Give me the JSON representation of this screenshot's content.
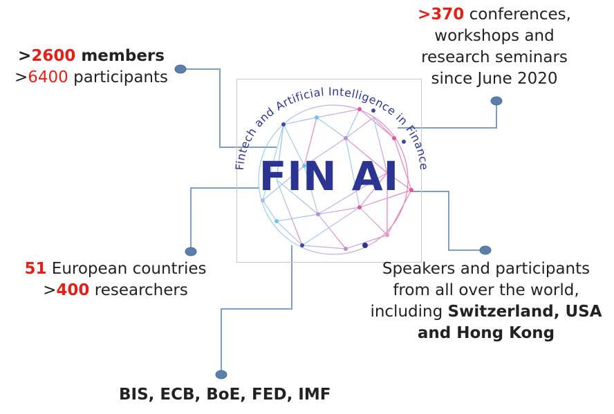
{
  "logo": {
    "arc_text": "Fintech and Artificial Intelligence in Finance",
    "title": "FIN AI"
  },
  "callouts": {
    "members": {
      "line1_prefix": ">",
      "line1_number": "2600",
      "line1_suffix": " members",
      "line2_prefix": ">",
      "line2_number": "6400",
      "line2_suffix": " participants"
    },
    "conferences": {
      "line1_number": ">370",
      "line1_suffix": " conferences,",
      "line2": "workshops and",
      "line3": "research seminars",
      "line4": "since June 2020"
    },
    "countries": {
      "line1_number": "51",
      "line1_suffix": " European countries",
      "line2_prefix": ">",
      "line2_number": "400",
      "line2_suffix": " researchers"
    },
    "speakers": {
      "line1": "Speakers and participants",
      "line2": "from all over the world,",
      "line3_prefix": "including ",
      "line3_bold": "Switzerland, USA",
      "line4_bold": "and Hong Kong"
    },
    "institutions": {
      "text": "BIS, ECB, BoE, FED, IMF"
    }
  },
  "colors": {
    "connector": "#7f9fc0",
    "dot": "#5b7fa8",
    "highlight_red": "#e32119",
    "logo_navy": "#2b3591"
  }
}
